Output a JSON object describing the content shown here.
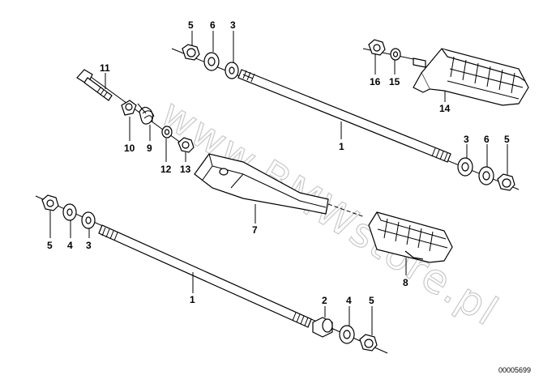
{
  "diagram": {
    "watermark": "www.BMWstore.pl",
    "code": "00005699",
    "labels": {
      "r1": [
        "5",
        "6",
        "3"
      ],
      "r2": [
        "16",
        "15"
      ],
      "r3": [
        "11"
      ],
      "r4": [
        "14"
      ],
      "r5": [
        "1"
      ],
      "r6": [
        "10",
        "9"
      ],
      "r7": [
        "3",
        "6",
        "5"
      ],
      "r8": [
        "12",
        "13"
      ],
      "r9": [
        "7"
      ],
      "r10": [
        "5",
        "4",
        "3"
      ],
      "r11": [
        "8"
      ],
      "r12": [
        "1"
      ],
      "r13": [
        "2",
        "4",
        "5"
      ]
    }
  }
}
